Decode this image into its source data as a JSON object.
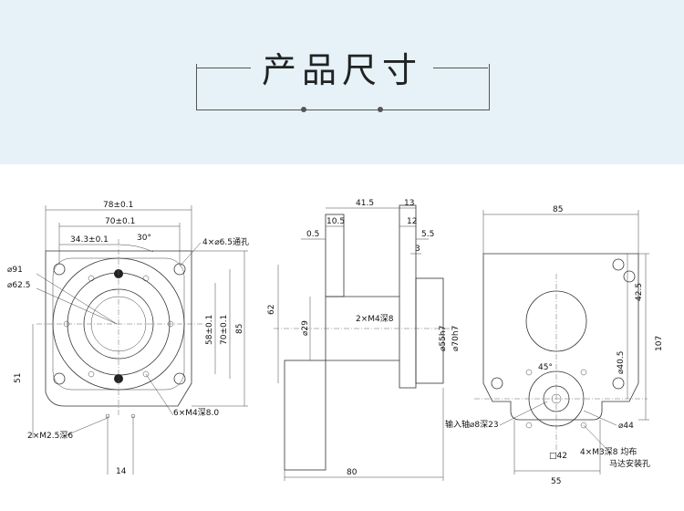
{
  "header": {
    "title": "产品尺寸"
  },
  "front_view": {
    "dims": {
      "w78": "78±0.1",
      "w70": "70±0.1",
      "w34": "34.3±0.1",
      "angle": "30°",
      "holes4": "4×⌀6.5通孔",
      "d91": "⌀91",
      "d62": "⌀62.5",
      "h58": "58±0.1",
      "h70": "70±0.1",
      "h85": "85",
      "h51": "51",
      "m4": "6×M4深8.0",
      "m25": "2×M2.5深6",
      "b14": "14"
    }
  },
  "side_view": {
    "dims": {
      "w415": "41.5",
      "w13": "13",
      "w105": "10.5",
      "w12": "12",
      "w55": "5.5",
      "w05": "0.5",
      "w3": "3",
      "h62": "62",
      "d29": "⌀29",
      "m2": "2×M4深8",
      "d55": "⌀55h7",
      "d70": "⌀70h7",
      "w80": "80"
    }
  },
  "rear_view": {
    "dims": {
      "w85": "85",
      "h425": "42.5",
      "h107": "107",
      "d405": "⌀40.5",
      "a45": "45°",
      "shaft": "输入轴⌀8深23",
      "d44": "⌀44",
      "m3": "4×M3深8 均布",
      "motor": "马达安装孔",
      "sq42": "□42",
      "w55": "55"
    }
  }
}
